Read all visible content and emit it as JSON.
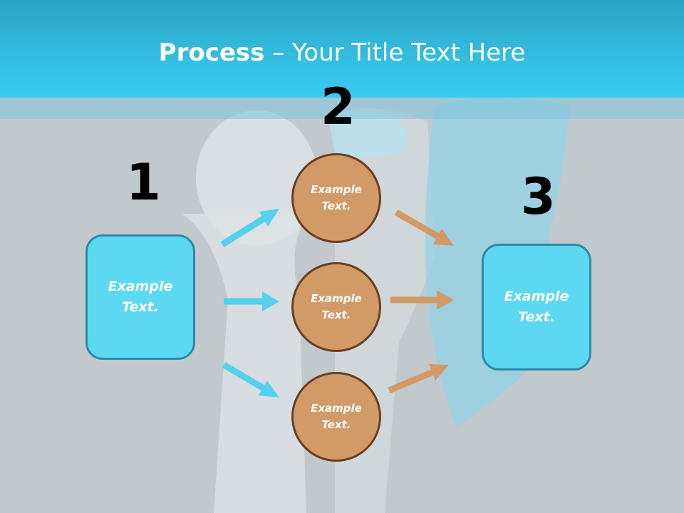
{
  "title": {
    "bold": "Process",
    "dash": " – ",
    "rest": "Your Title Text Here"
  },
  "steps": {
    "one": "1",
    "two": "2",
    "three": "3"
  },
  "left_box": {
    "text": "Example Text."
  },
  "right_box": {
    "text": "Example Text."
  },
  "circles": [
    {
      "text": "Example Text."
    },
    {
      "text": "Example Text."
    },
    {
      "text": "Example Text."
    }
  ],
  "colors": {
    "header": "#35c2e6",
    "box_fill": "#5cd8f2",
    "box_border": "#2e8aa8",
    "circle_fill": "#d29a66",
    "circle_border": "#6b3e1f",
    "blue_arrow": "#56d0ee",
    "brown_arrow": "#d39a66"
  }
}
